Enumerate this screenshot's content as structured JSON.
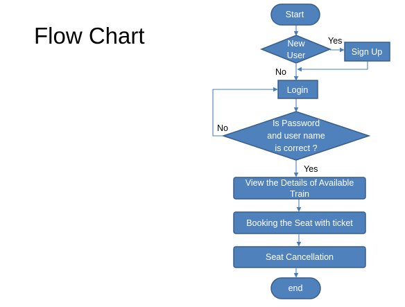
{
  "title": "Flow Chart",
  "colors": {
    "node_fill": "#4F81BD",
    "node_stroke": "#385D8A",
    "connector": "#4A7EBB",
    "node_text": "#FFFFFF",
    "label_text": "#000000"
  },
  "nodes": {
    "start": "Start",
    "new_user": [
      "New",
      "User"
    ],
    "sign_up": "Sign Up",
    "login": "Login",
    "password_check": [
      "Is Password",
      "and user name",
      "is correct ?"
    ],
    "view_details": [
      "View the Details of Available",
      "Train"
    ],
    "booking": "Booking the Seat with ticket",
    "cancellation": "Seat Cancellation",
    "end": "end"
  },
  "edge_labels": {
    "new_user_yes": "Yes",
    "new_user_no": "No",
    "password_no": "No",
    "password_yes": "Yes"
  }
}
